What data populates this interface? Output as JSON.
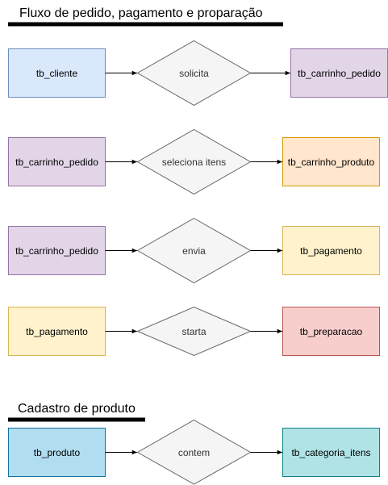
{
  "sections": {
    "order_flow_title": "Fluxo de pedido, pagamento e proparação",
    "product_title": "Cadastro de produto"
  },
  "colors": {
    "blue": {
      "fill": "#dae8fc",
      "stroke": "#6c8ebf"
    },
    "purple": {
      "fill": "#e1d5e7",
      "stroke": "#9673a6"
    },
    "orange": {
      "fill": "#ffe6cc",
      "stroke": "#d79b00"
    },
    "yellow": {
      "fill": "#fff2cc",
      "stroke": "#d6b656"
    },
    "red": {
      "fill": "#f8cecc",
      "stroke": "#b85450"
    },
    "cyan": {
      "fill": "#b1ddf0",
      "stroke": "#10739e"
    },
    "teal": {
      "fill": "#b0e3e6",
      "stroke": "#0e8088"
    },
    "diamond": {
      "fill": "#f5f5f5",
      "stroke": "#666666"
    }
  },
  "rows": [
    {
      "source": "tb_cliente",
      "relation": "solicita",
      "target": "tb_carrinho_pedido"
    },
    {
      "source": "tb_carrinho_pedido",
      "relation": "seleciona itens",
      "target": "tb_carrinho_produto"
    },
    {
      "source": "tb_carrinho_pedido",
      "relation": "envia",
      "target": "tb_pagamento"
    },
    {
      "source": "tb_pagamento",
      "relation": "starta",
      "target": "tb_preparacao"
    },
    {
      "source": "tb_produto",
      "relation": "contem",
      "target": "tb_categoria_itens"
    }
  ]
}
